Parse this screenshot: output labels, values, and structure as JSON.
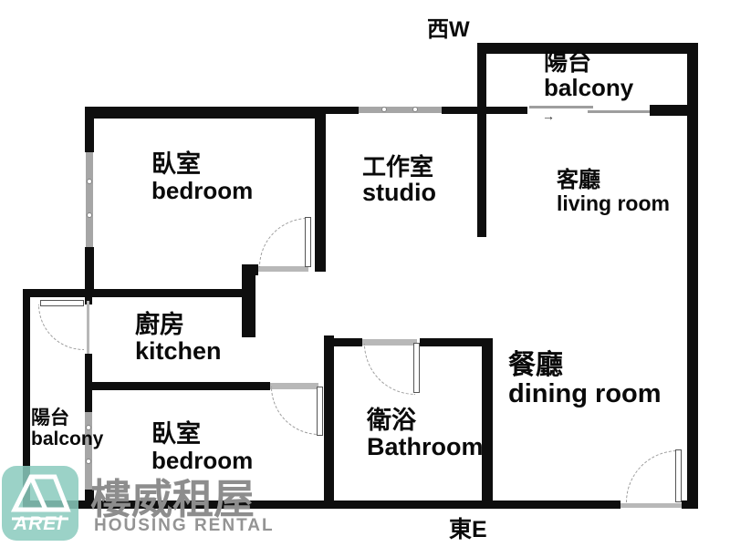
{
  "compass": {
    "west": "西W",
    "east": "東E"
  },
  "rooms": {
    "bedroom_top": {
      "zh": "臥室",
      "en": "bedroom"
    },
    "studio": {
      "zh": "工作室",
      "en": "studio"
    },
    "balcony_top": {
      "zh": "陽台",
      "en": "balcony"
    },
    "living_room": {
      "zh": "客廳",
      "en": "living room"
    },
    "kitchen": {
      "zh": "廚房",
      "en": "kitchen"
    },
    "balcony_left": {
      "zh": "陽台",
      "en": "balcony"
    },
    "bedroom_bottom": {
      "zh": "臥室",
      "en": "bedroom"
    },
    "bathroom": {
      "zh": "衛浴",
      "en": "Bathroom"
    },
    "dining_room": {
      "zh": "餐廳",
      "en": "dining room"
    }
  },
  "branding": {
    "logo_text": "AREi",
    "company_zh": "樓威租屋",
    "company_en": "HOUSING RENTAL"
  },
  "symbols": {
    "sliding_door_arrow": "→"
  },
  "colors": {
    "wall": "#0e0e0e",
    "window_gray": "#a6a6a6",
    "door_arc_gray": "#9b9b9b",
    "logo_teal": "#89cabd",
    "watermark_gray": "#8d8d8d"
  }
}
